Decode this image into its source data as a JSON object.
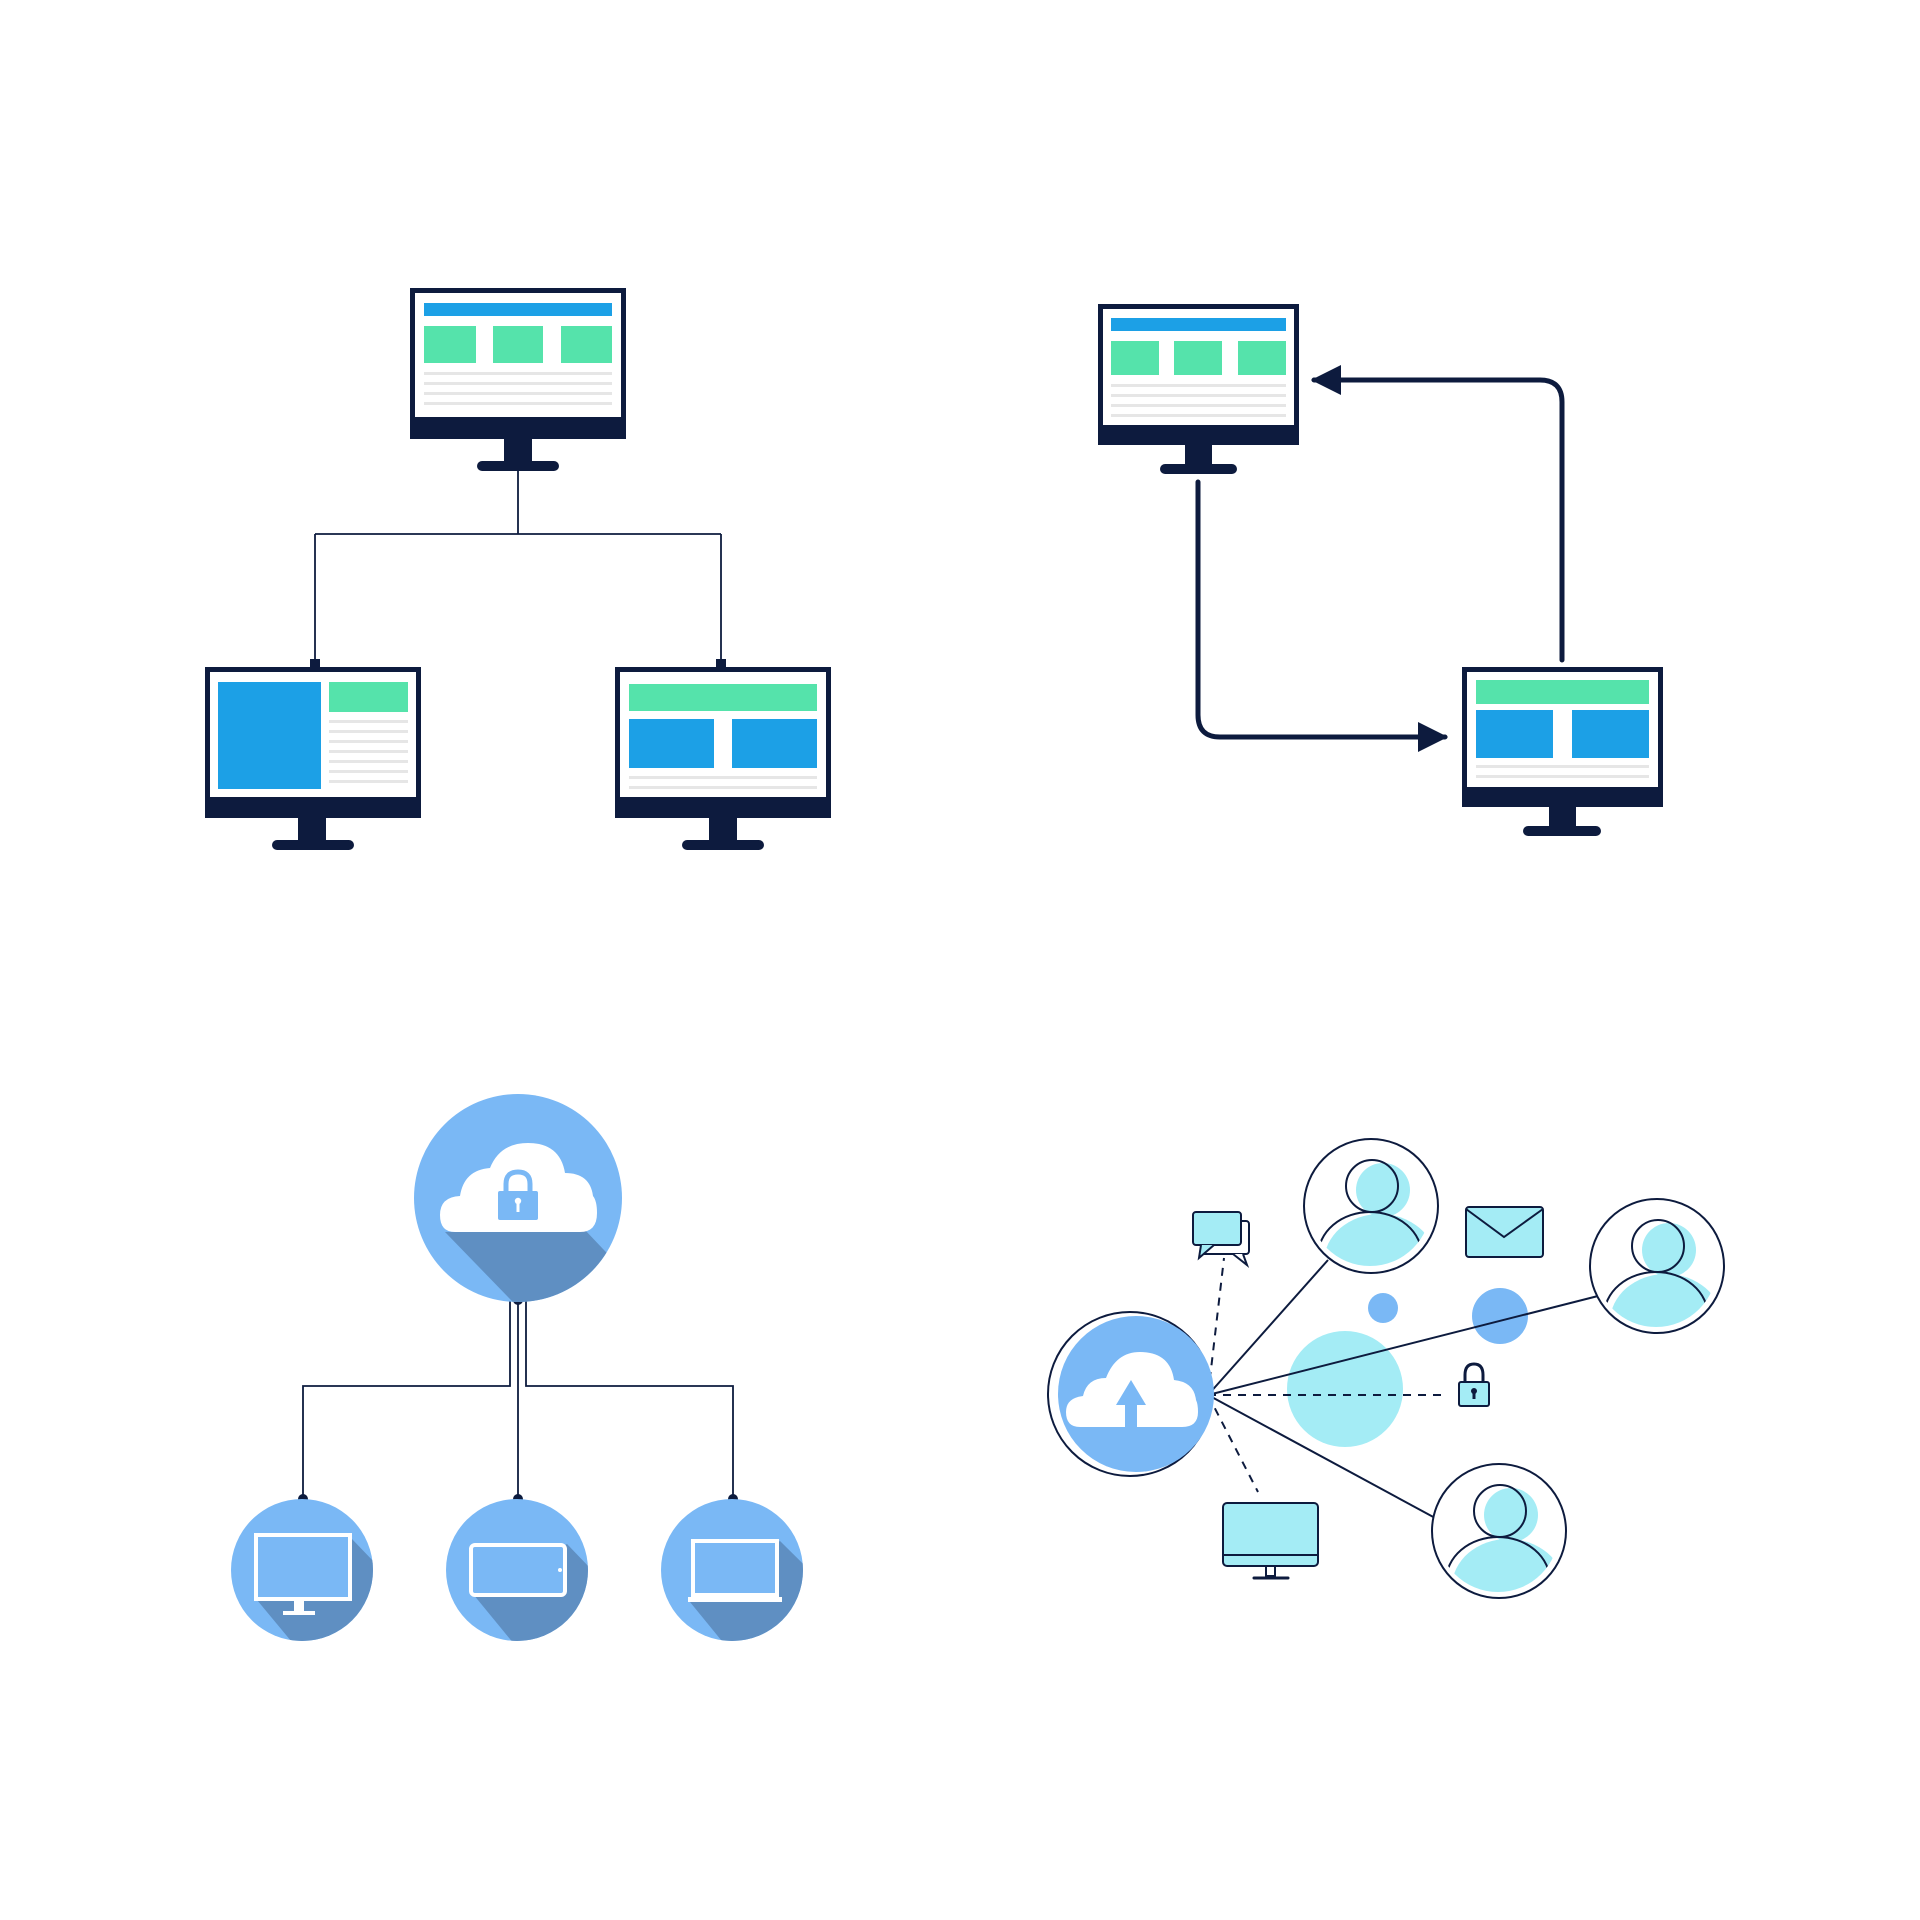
{
  "colors": {
    "background": "#ffffff",
    "navy": "#0d1b3e",
    "blue": "#1ca0e6",
    "green": "#55e3ab",
    "lines_gray": "#e6e6e6",
    "circle_blue": "#7ab8f5",
    "circle_shadow": "#5f8fc2",
    "light_cyan": "#a4ecf5"
  },
  "panels": [
    {
      "id": "hierarchy",
      "nodes": [
        {
          "role": "root",
          "icon": "monitor-icon",
          "layout": "header-three-cards"
        },
        {
          "role": "child",
          "icon": "monitor-icon",
          "layout": "sidebar-text"
        },
        {
          "role": "child",
          "icon": "monitor-icon",
          "layout": "header-two-cards"
        }
      ]
    },
    {
      "id": "sync-cycle",
      "nodes": [
        {
          "role": "source",
          "icon": "monitor-icon",
          "layout": "header-three-cards"
        },
        {
          "role": "target",
          "icon": "monitor-icon",
          "layout": "header-two-cards"
        }
      ],
      "edges": [
        "source-to-target",
        "target-to-source"
      ]
    },
    {
      "id": "secure-cloud",
      "root": {
        "icon": "cloud-lock-icon"
      },
      "children": [
        {
          "icon": "desktop-icon"
        },
        {
          "icon": "tablet-icon"
        },
        {
          "icon": "laptop-icon"
        }
      ]
    },
    {
      "id": "cloud-network",
      "hub": {
        "icon": "cloud-upload-icon"
      },
      "users": [
        {
          "icon": "user-icon"
        },
        {
          "icon": "user-icon"
        },
        {
          "icon": "user-icon"
        }
      ],
      "decorations": [
        "chat-icon",
        "mail-icon",
        "lock-icon",
        "monitor-icon"
      ]
    }
  ]
}
